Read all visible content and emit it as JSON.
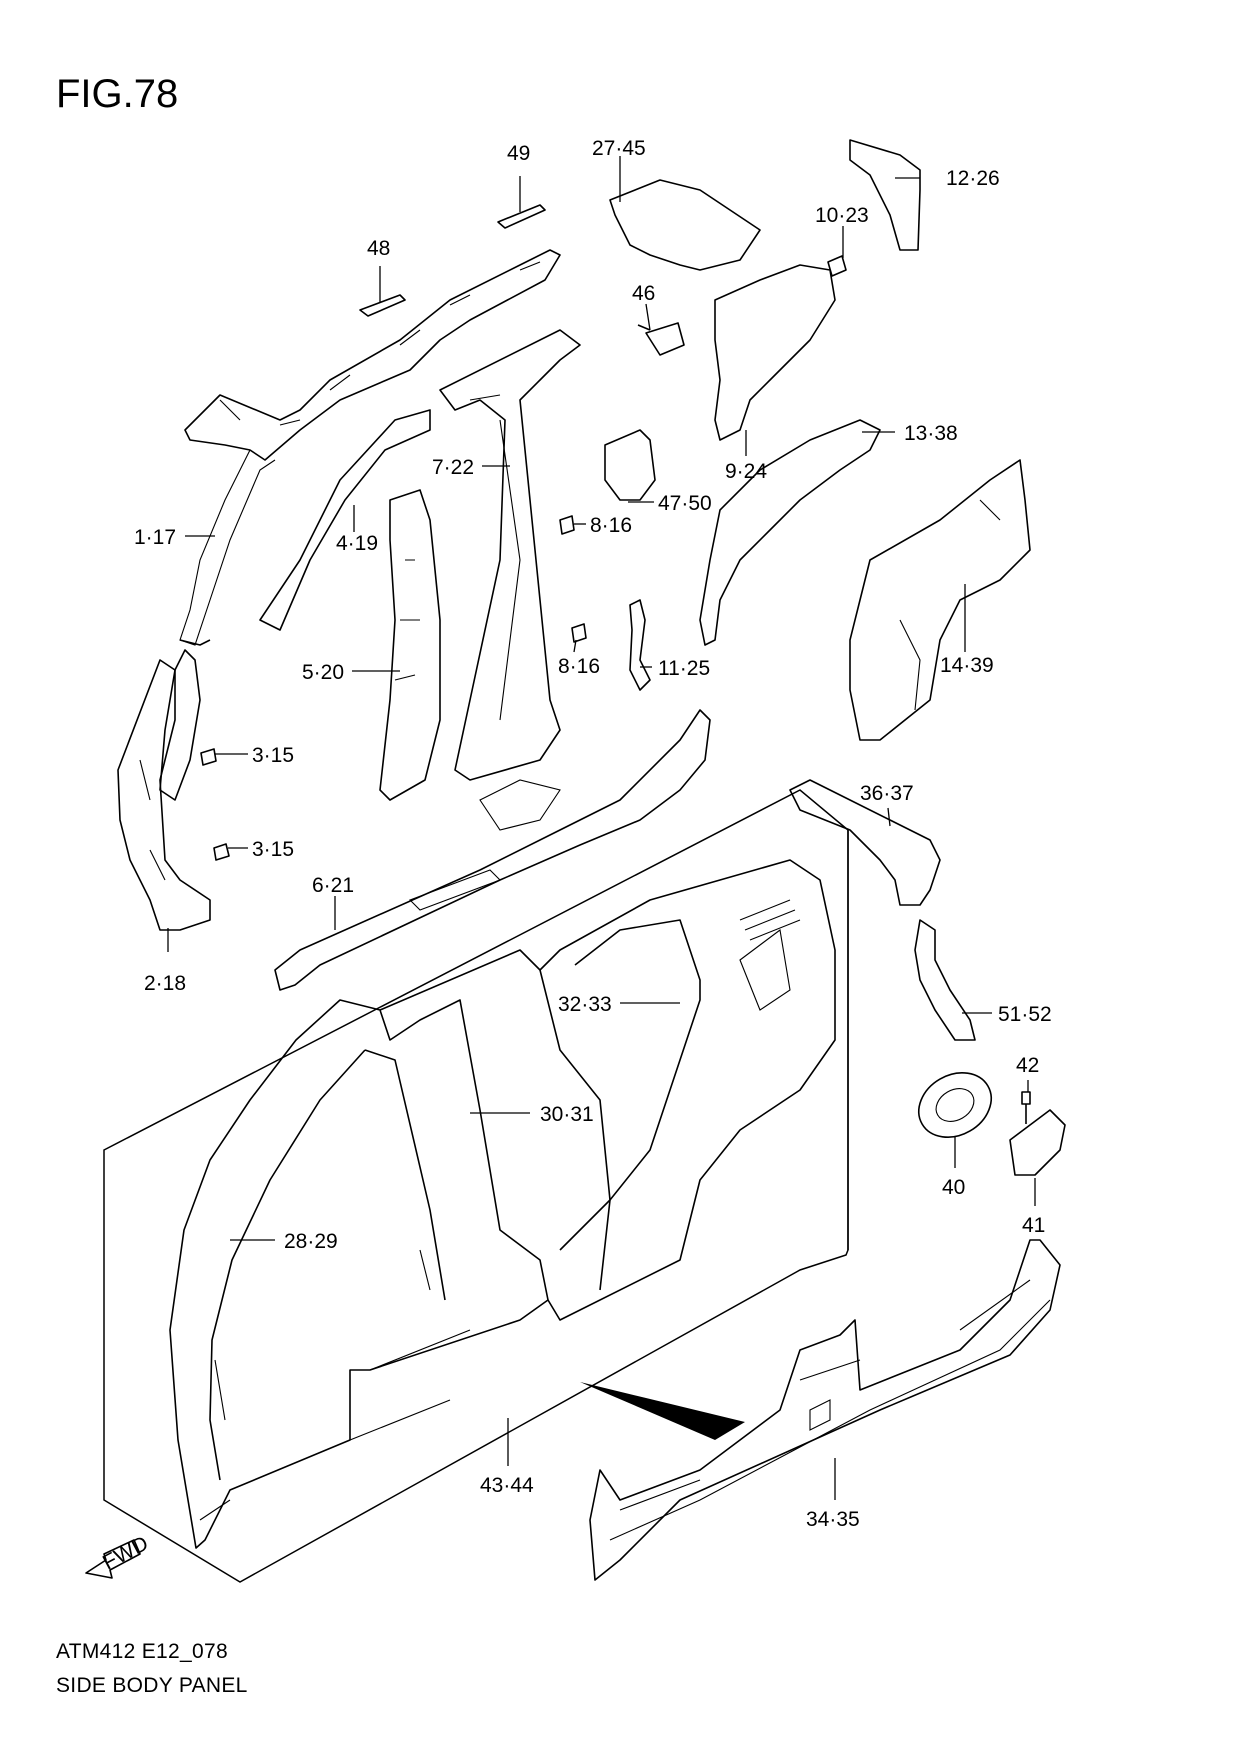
{
  "figure": {
    "title": "FIG.78",
    "code": "ATM412 E12_078",
    "name": "SIDE BODY PANEL",
    "fwd_label": "FWD"
  },
  "callouts": {
    "c49": "49",
    "c48": "48",
    "c27_45": "27·45",
    "c12_26": "12·26",
    "c10_23": "10·23",
    "c46": "46",
    "c9_24": "9·24",
    "c13_38": "13·38",
    "c7_22": "7·22",
    "c47_50": "47·50",
    "c8_16a": "8·16",
    "c8_16b": "8·16",
    "c1_17": "1·17",
    "c4_19": "4·19",
    "c14_39": "14·39",
    "c5_20": "5·20",
    "c11_25": "11·25",
    "c3_15a": "3·15",
    "c3_15b": "3·15",
    "c36_37": "36·37",
    "c6_21": "6·21",
    "c2_18": "2·18",
    "c32_33": "32·33",
    "c51_52": "51·52",
    "c42": "42",
    "c30_31": "30·31",
    "c40": "40",
    "c41": "41",
    "c28_29": "28·29",
    "c43_44": "43·44",
    "c34_35": "34·35"
  }
}
